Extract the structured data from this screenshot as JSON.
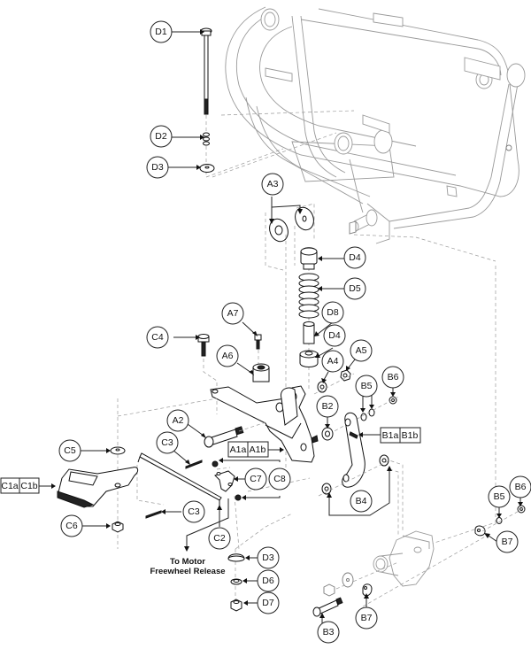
{
  "diagram": {
    "title": "Exploded parts view - freewheel / suspension assembly",
    "callouts": [
      {
        "id": "D1",
        "label": "D1"
      },
      {
        "id": "D2",
        "label": "D2"
      },
      {
        "id": "D3_top",
        "label": "D3"
      },
      {
        "id": "A3",
        "label": "A3"
      },
      {
        "id": "D4_top",
        "label": "D4"
      },
      {
        "id": "D5",
        "label": "D5"
      },
      {
        "id": "D8",
        "label": "D8"
      },
      {
        "id": "D4_bottom",
        "label": "D4"
      },
      {
        "id": "A7",
        "label": "A7"
      },
      {
        "id": "C4",
        "label": "C4"
      },
      {
        "id": "A6",
        "label": "A6"
      },
      {
        "id": "A4",
        "label": "A4"
      },
      {
        "id": "A5",
        "label": "A5"
      },
      {
        "id": "B5_upper",
        "label": "B5"
      },
      {
        "id": "B6_upper",
        "label": "B6"
      },
      {
        "id": "B2",
        "label": "B2"
      },
      {
        "id": "A2",
        "label": "A2"
      },
      {
        "id": "C3_upper",
        "label": "C3"
      },
      {
        "id": "C5",
        "label": "C5"
      },
      {
        "id": "C7",
        "label": "C7"
      },
      {
        "id": "C8",
        "label": "C8"
      },
      {
        "id": "B4",
        "label": "B4"
      },
      {
        "id": "C3_lower",
        "label": "C3"
      },
      {
        "id": "C6",
        "label": "C6"
      },
      {
        "id": "C2",
        "label": "C2"
      },
      {
        "id": "B5_lower",
        "label": "B5"
      },
      {
        "id": "B6_lower",
        "label": "B6"
      },
      {
        "id": "B7_right",
        "label": "B7"
      },
      {
        "id": "D3_bottom",
        "label": "D3"
      },
      {
        "id": "D6",
        "label": "D6"
      },
      {
        "id": "D7",
        "label": "D7"
      },
      {
        "id": "B7_bottom",
        "label": "B7"
      },
      {
        "id": "B3",
        "label": "B3"
      }
    ],
    "boxed_labels": {
      "A1": [
        "A1a",
        "A1b"
      ],
      "B1": [
        "B1a",
        "B1b"
      ],
      "C1": [
        "C1a",
        "C1b"
      ]
    },
    "notes": {
      "freewheel_line1": "To Motor",
      "freewheel_line2": "Freewheel Release"
    }
  }
}
